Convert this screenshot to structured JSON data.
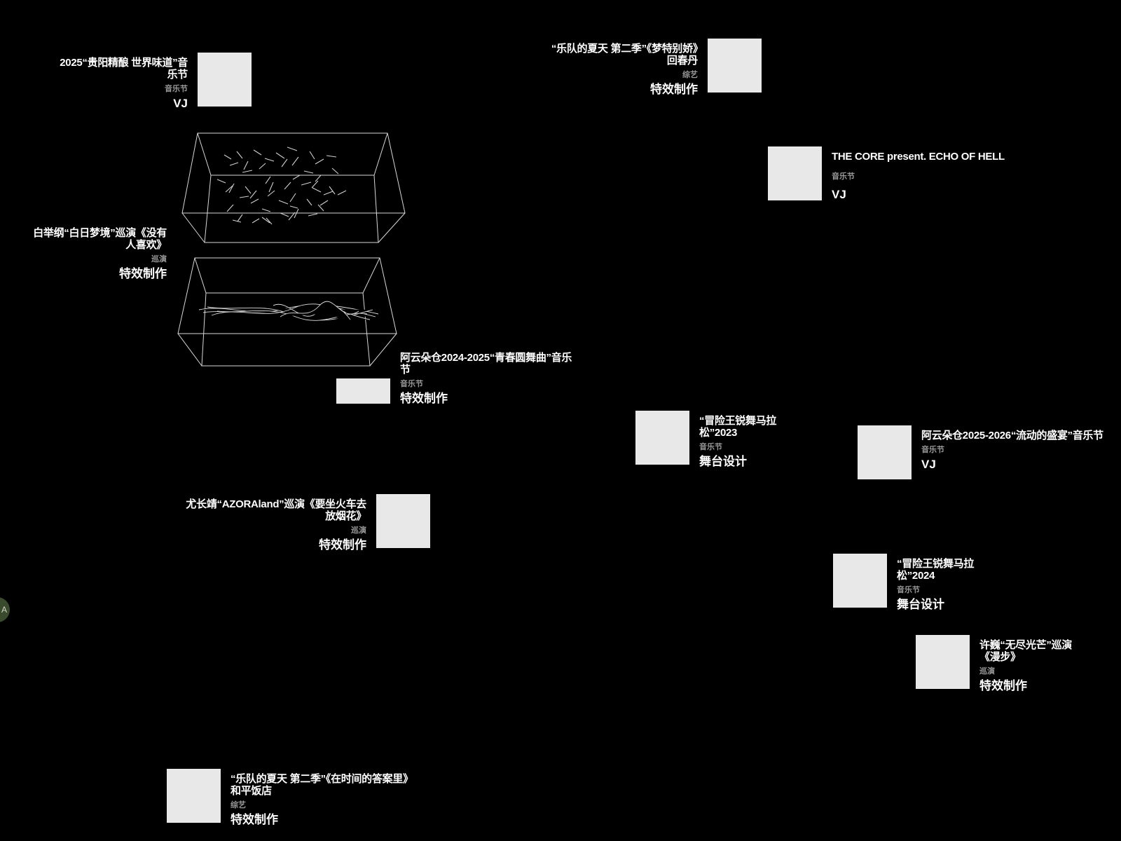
{
  "projects": [
    {
      "title": "2025“贵阳精酿 世界味道”音乐节",
      "category": "音乐节",
      "role": "VJ"
    },
    {
      "title": "“乐队的夏天 第二季”《梦特别娇》回春丹",
      "category": "综艺",
      "role": "特效制作"
    },
    {
      "title": "THE CORE present. ECHO OF HELL",
      "category": "音乐节",
      "role": "VJ"
    },
    {
      "title": "白举纲“白日梦境”巡演《没有人喜欢》",
      "category": "巡演",
      "role": "特效制作"
    },
    {
      "title": "阿云朵仓2024-2025“青春圆舞曲”音乐节",
      "category": "音乐节",
      "role": "特效制作"
    },
    {
      "title": "“冒险王锐舞马拉松”2023",
      "category": "音乐节",
      "role": "舞台设计"
    },
    {
      "title": "阿云朵仓2025-2026“流动的盛宴”音乐节",
      "category": "音乐节",
      "role": "VJ"
    },
    {
      "title": "尤长靖“AZORAland”巡演《要坐火车去放烟花》",
      "category": "巡演",
      "role": "特效制作"
    },
    {
      "title": "“冒险王锐舞马拉松”2024",
      "category": "音乐节",
      "role": "舞台设计"
    },
    {
      "title": "许巍“无尽光芒”巡演《漫步》",
      "category": "巡演",
      "role": "特效制作"
    },
    {
      "title": "“乐队的夏天 第二季”《在时间的答案里》和平饭店",
      "category": "综艺",
      "role": "特效制作"
    }
  ],
  "side_tab": {
    "label": "A"
  }
}
